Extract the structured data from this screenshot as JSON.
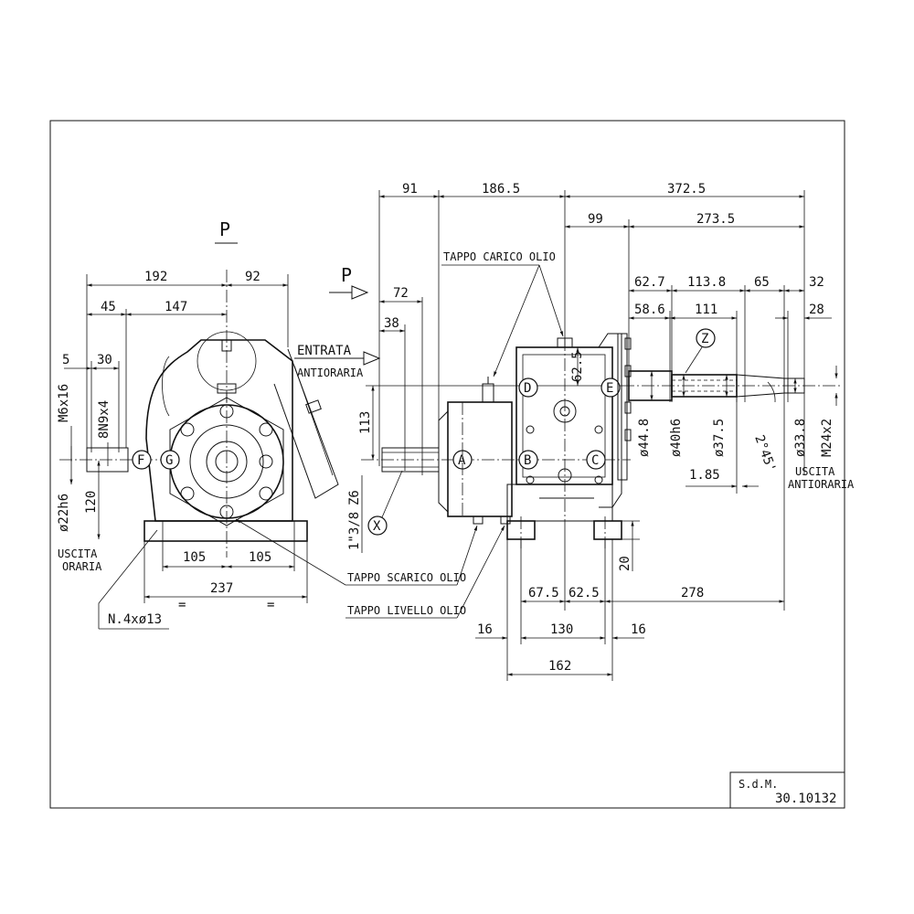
{
  "views": {
    "left": {
      "view_label": "P",
      "dims": {
        "overall_192": "192",
        "right_92": "92",
        "d45": "45",
        "d147": "147",
        "d5": "5",
        "d30": "30",
        "d105a": "105",
        "d105b": "105",
        "d237": "237",
        "eq1": "=",
        "eq2": "=",
        "d120": "120",
        "thread_m6": "M6x16",
        "key_8n9": "8N9x4",
        "shaft_22h6": "ø22h6"
      },
      "output_label_1": "USCITA",
      "output_label_2": "ORARIA",
      "holes_label": "N.4xø13"
    },
    "center": {
      "arrow_label": "P",
      "input_label_1": "ENTRATA",
      "input_label_2": "ANTIORARIA",
      "dims": {
        "d91": "91",
        "d186_5": "186.5",
        "d72": "72",
        "d38": "38",
        "d113": "113",
        "z6_label": "Z6",
        "spline_label": "1\"3/8",
        "d62_5_vertical": "62.5",
        "d67_5": "67.5",
        "d62_5": "62.5",
        "d16a": "16",
        "d130": "130",
        "d16b": "16",
        "d162": "162",
        "d20": "20"
      },
      "circle_x": "X",
      "points": {
        "a": "A",
        "b": "B",
        "c": "C",
        "d": "D",
        "e": "E",
        "f": "F",
        "g": "G"
      },
      "tappo_carico": "TAPPO CARICO OLIO",
      "tappo_scarico": "TAPPO SCARICO OLIO",
      "tappo_livello": "TAPPO LIVELLO OLIO"
    },
    "right": {
      "circle_z": "Z",
      "dims": {
        "d372_5": "372.5",
        "d99": "99",
        "d273_5": "273.5",
        "d62_7": "62.7",
        "d113_8": "113.8",
        "d65": "65",
        "d32": "32",
        "d58_6": "58.6",
        "d111": "111",
        "d28": "28",
        "d44_8": "ø44.8",
        "d40h6": "ø40h6",
        "d37_5": "ø37.5",
        "taper": "2°45'",
        "d33_8": "ø33.8",
        "m24": "M24x2",
        "d1_85": "1.85",
        "d278": "278"
      },
      "output_label_1": "USCITA",
      "output_label_2": "ANTIORARIA"
    }
  },
  "title_block": {
    "sdm": "S.d.M.",
    "code": "30.10132"
  }
}
